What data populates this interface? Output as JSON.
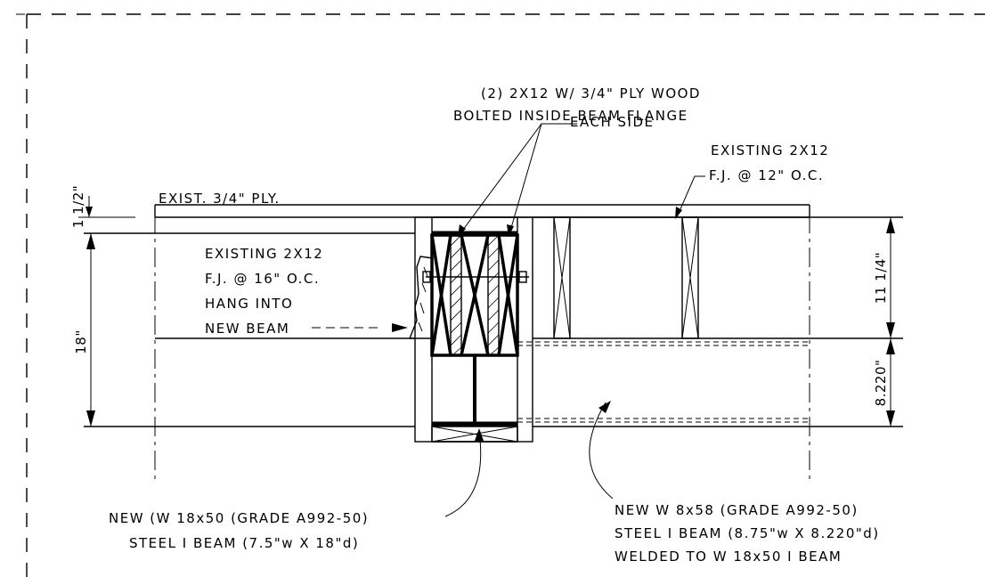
{
  "notes": {
    "plywood_top": "(2) 2X12 W/ 3/4\" PLY WOOD",
    "plywood_mid": "BOLTED INSIDE BEAM FLANGE",
    "plywood_bot": "EACH SIDE",
    "exist_fj_12_top": "EXISTING 2X12",
    "exist_fj_12_bot": "F.J. @ 12\" O.C.",
    "exist_ply": "EXIST. 3/4\" PLY.",
    "exist_fj_16_l1": "EXISTING 2X12",
    "exist_fj_16_l2": "F.J. @ 16\" O.C.",
    "exist_fj_16_l3": "HANG INTO",
    "exist_fj_16_l4": "NEW BEAM",
    "w18_l1": "NEW (W 18x50 (GRADE A992-50)",
    "w18_l2": "STEEL I BEAM (7.5\"w X 18\"d)",
    "w8_l1": "NEW W 8x58 (GRADE A992-50)",
    "w8_l2": "STEEL I BEAM (8.75\"w X 8.220\"d)",
    "w8_l3": "WELDED TO W 18x50 I BEAM"
  },
  "dimensions": {
    "ply_thickness": "1 1/2\"",
    "total_depth": "18\"",
    "joist_depth": "11 1/4\"",
    "beam_depth": "8.220\""
  }
}
